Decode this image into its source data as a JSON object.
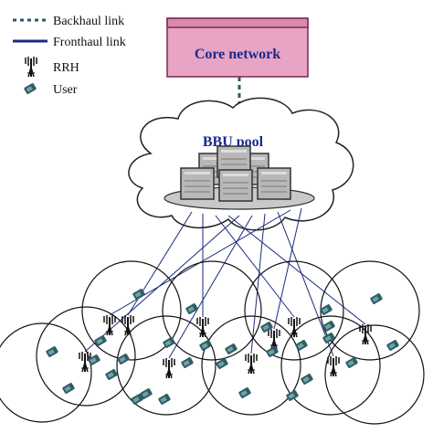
{
  "legend": {
    "backhaul_label": "Backhaul link",
    "fronthaul_label": "Fronthaul link",
    "rrh_label": "RRH",
    "user_label": "User",
    "rrh_icon": "antenna-tower-icon",
    "user_icon": "mobile-device-icon"
  },
  "core": {
    "label": "Core network"
  },
  "bbu": {
    "label": "BBU pool",
    "servers": 6
  },
  "colors": {
    "backhaul": "#2e5a66",
    "fronthaul": "#1a2b7c",
    "core_fill": "#e8a4c4",
    "core_border": "#7a2a4a",
    "text": "#1a2b8c",
    "user_device": "#2f5d64",
    "rrh": "#111111"
  },
  "cells": {
    "count": 10,
    "rrh_count": 10
  }
}
